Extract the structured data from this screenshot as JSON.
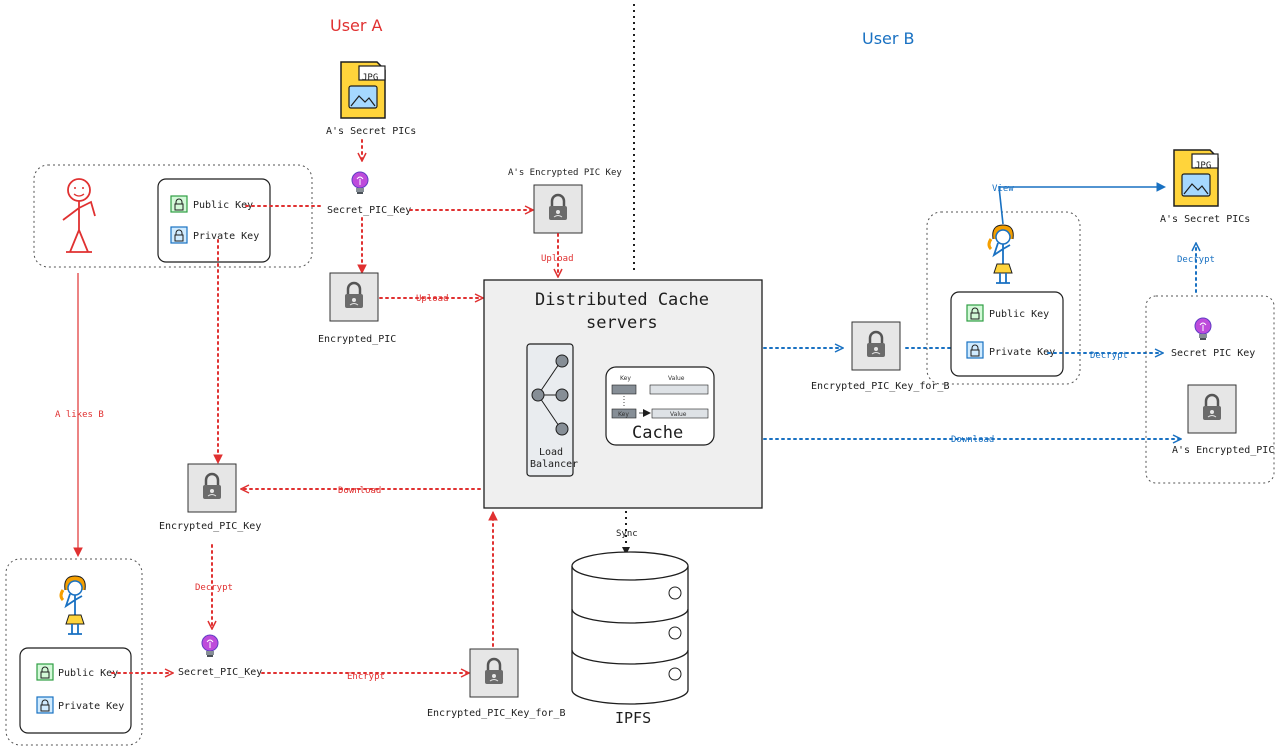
{
  "headers": {
    "user_a": "User A",
    "user_b": "User B"
  },
  "labels": {
    "a_secret_pics_top": "A's Secret PICs",
    "secret_pic_key_top": "Secret_PIC_Key",
    "a_encrypted_pic_key": "A's Encrypted PIC Key",
    "encrypted_pic_top": "Encrypted_PIC",
    "public_key_a": "Public Key",
    "private_key_a": "Private Key",
    "upload_pic": "Upload",
    "upload_key": "Upload",
    "distributed_cache_line1": "Distributed Cache",
    "distributed_cache_line2": "servers",
    "load_balancer_line1": "Load",
    "load_balancer_line2": "Balancer",
    "cache_key_col": "Key",
    "cache_value_col": "Value",
    "cache_key_row": "Key",
    "cache_value_row": "Value",
    "cache_title": "Cache",
    "a_likes_b": "A likes B",
    "download_left": "Download",
    "encrypted_pic_key_left": "Encrypted_PIC_Key",
    "decrypt_left": "Decrypt",
    "secret_pic_key_bottom": "Secret_PIC_Key",
    "encrypt": "Encrypt",
    "encrypted_pic_key_for_b_bottom": "Encrypted_PIC_Key_for_B",
    "public_key_b_bottom": "Public Key",
    "private_key_b_bottom": "Private Key",
    "sync": "Sync",
    "ipfs": "IPFS",
    "encrypted_pic_key_for_b_right": "Encrypted_PIC_Key_for_B",
    "public_key_b": "Public Key",
    "private_key_b": "Private Key",
    "decrypt_right": "Decrypt",
    "secret_pic_key_right": "Secret PIC Key",
    "a_encrypted_pic": "A's Encrypted_PIC",
    "download_right": "Download",
    "view": "View",
    "decrypt_up": "Decrypt",
    "a_secret_pics_right": "A's Secret PICs",
    "jpg_tag_1": "JPG",
    "jpg_tag_2": "JPG"
  },
  "colors": {
    "user_a": "#e03131",
    "user_b": "#1971c2",
    "public_key": "#2f9e44",
    "private_key": "#1971c2",
    "key_bulb": "#be4bdb",
    "file_yellow": "#ffd43b"
  },
  "icons": [
    "stick-figure-icon",
    "girl-figure-icon",
    "jpg-file-icon",
    "lock-icon",
    "bulb-key-icon",
    "database-icon",
    "load-balancer-graph-icon"
  ]
}
